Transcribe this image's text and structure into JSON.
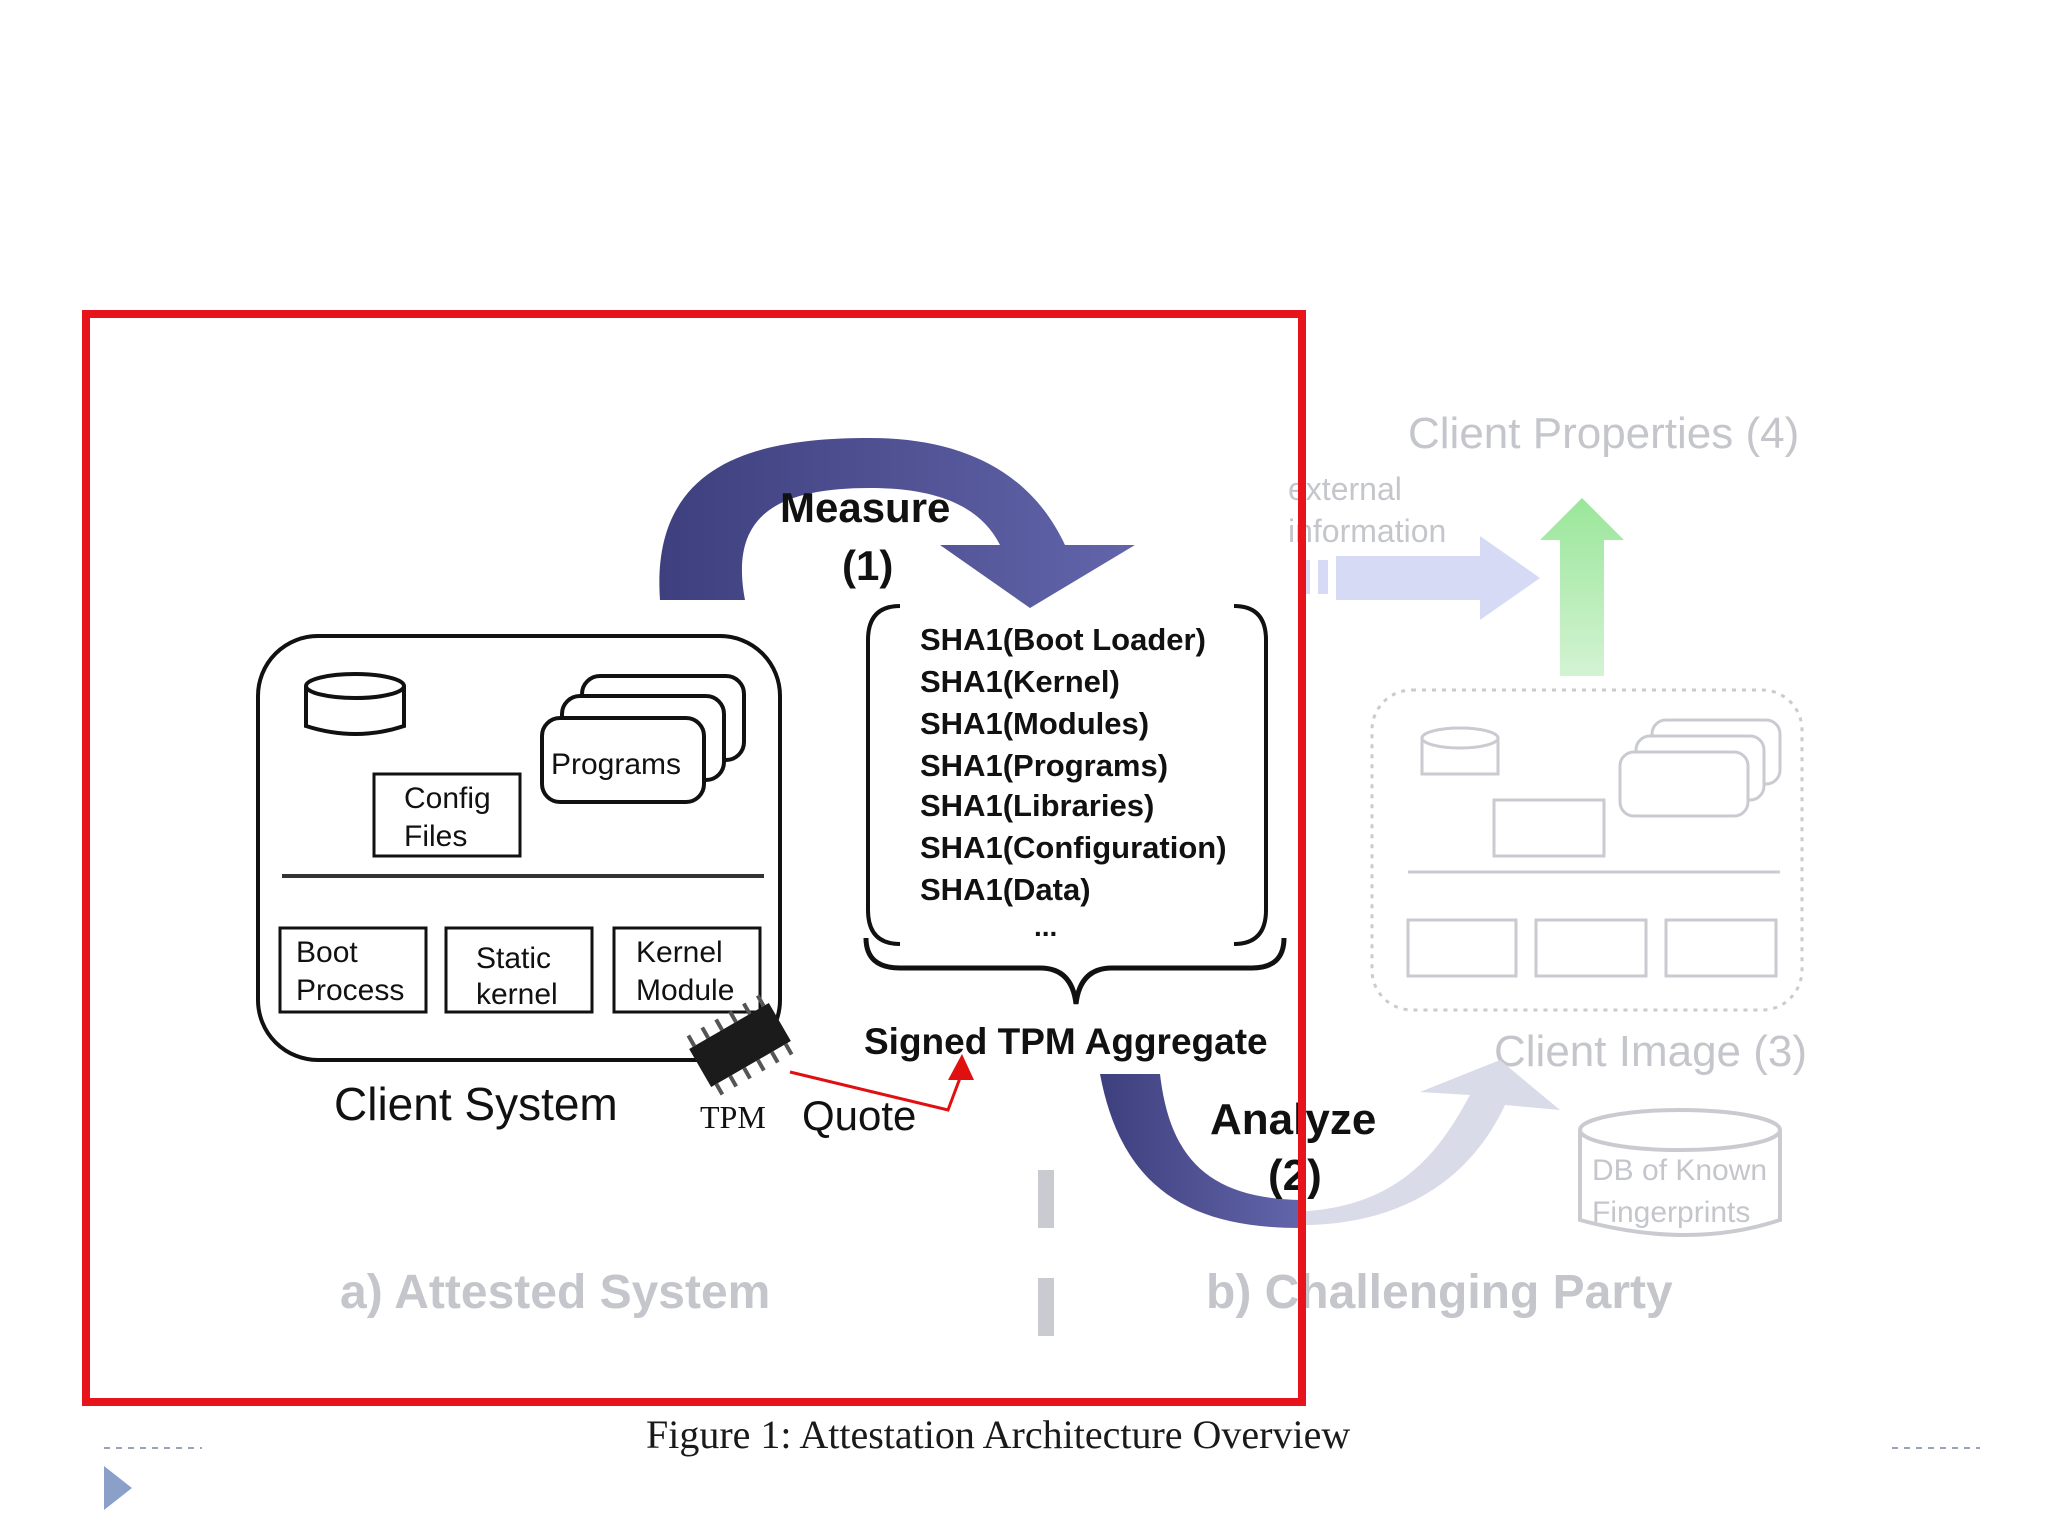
{
  "attested": {
    "client_system": {
      "label": "Client System",
      "programs": "Programs",
      "config_files": [
        "Config",
        "Files"
      ],
      "boot_process": [
        "Boot",
        "Process"
      ],
      "static_kernel": [
        "Static",
        "kernel"
      ],
      "kernel_module": [
        "Kernel",
        "Module"
      ]
    },
    "tpm": "TPM",
    "quote": "Quote",
    "measure": [
      "Measure",
      "(1)"
    ],
    "hash_list": [
      "SHA1(Boot Loader)",
      "SHA1(Kernel)",
      "SHA1(Modules)",
      "SHA1(Programs)",
      "SHA1(Libraries)",
      "SHA1(Configuration)",
      "SHA1(Data)",
      "..."
    ],
    "aggregate": "Signed TPM Aggregate",
    "section_label": "a) Attested System"
  },
  "challenger": {
    "client_properties": "Client Properties (4)",
    "external_info": [
      "external",
      "information"
    ],
    "client_image": "Client Image (3)",
    "analyze": [
      "Analyze",
      "(2)"
    ],
    "db": [
      "DB of Known",
      "Fingerprints"
    ],
    "section_label": "b) Challenging Party"
  },
  "caption": "Figure 1: Attestation Architecture Overview",
  "colors": {
    "highlight": "#e8141c",
    "arrow_navy": "#4a4d8e",
    "faded_text": "#c4c6cc",
    "faded_green": "#a9e8a9",
    "faded_blue": "#d6daf4",
    "tpm_red": "#e01010"
  },
  "icons": [
    "play-triangle-icon",
    "tpm-chip-icon",
    "disk-icon"
  ]
}
